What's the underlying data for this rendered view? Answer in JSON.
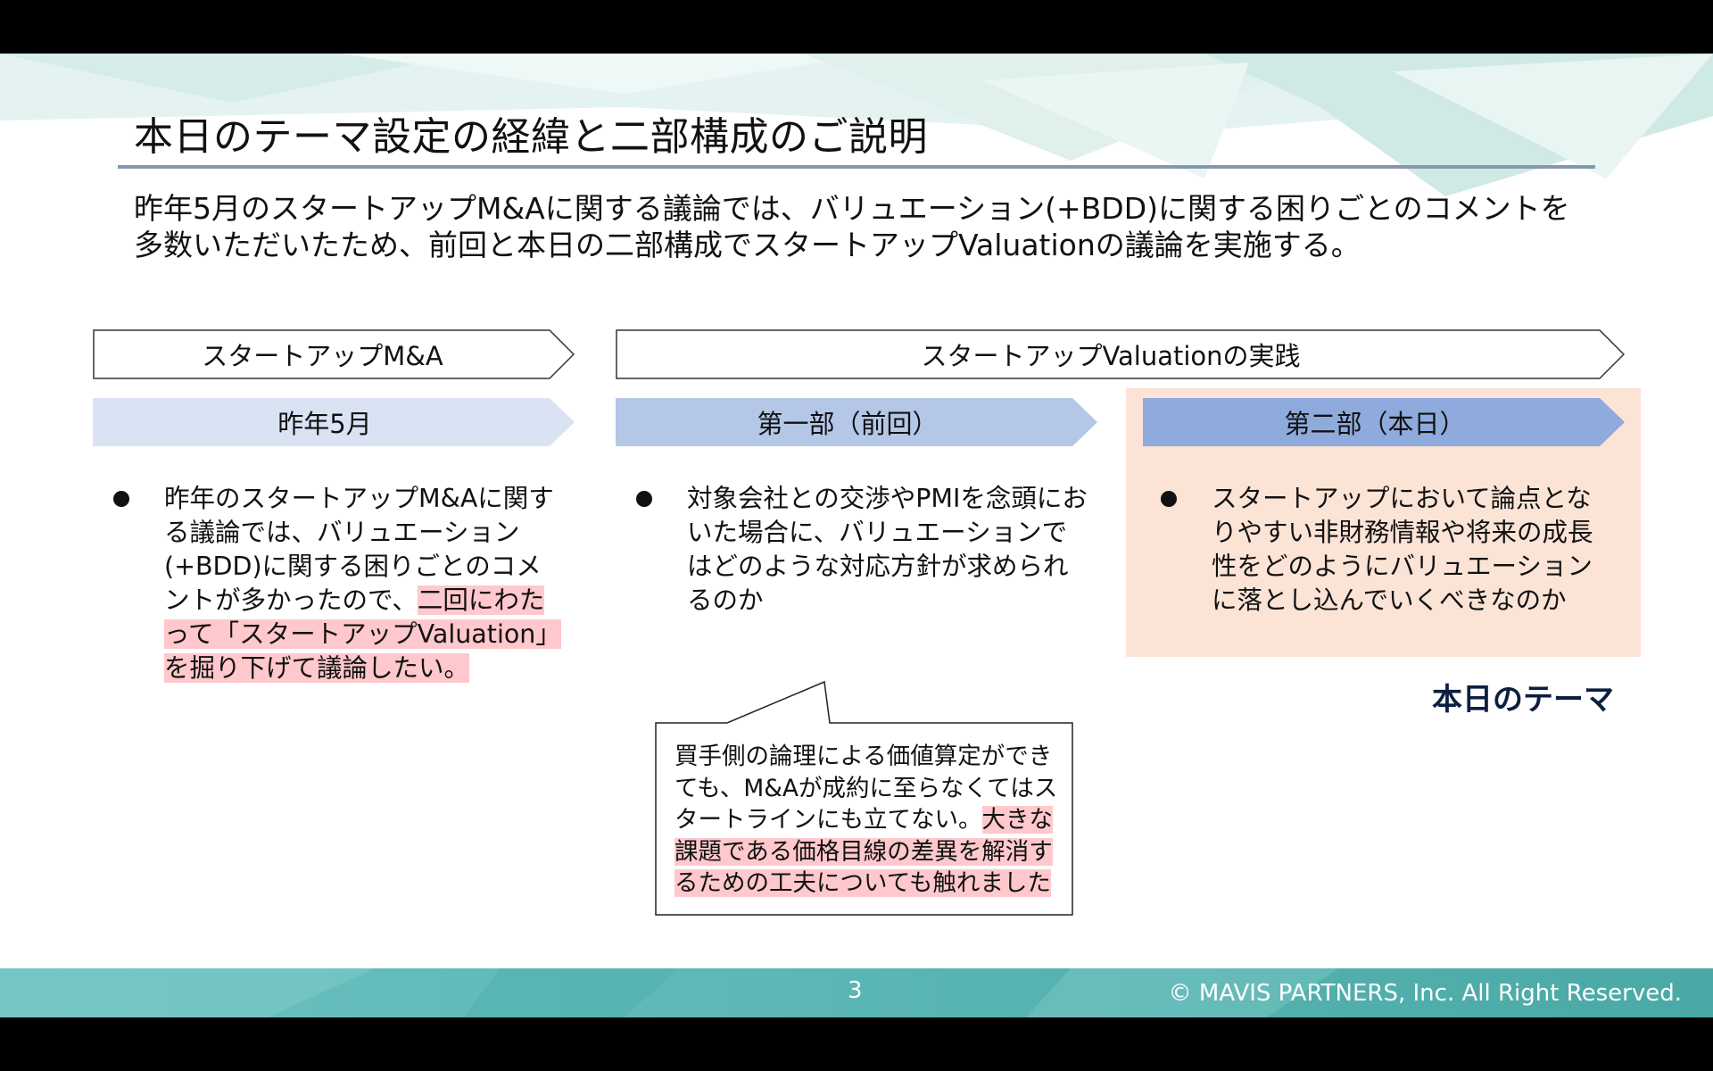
{
  "slide": {
    "title": "本日のテーマ設定の経緯と二部構成のご説明",
    "intro": "昨年5月のスタートアップM&Aに関する議論では、バリュエーション(+BDD)に関する困りごとのコメントを多数いただいたため、前回と本日の二部構成でスタートアップValuationの議論を実施する。"
  },
  "top_headers": [
    {
      "label": "スタートアップM&A"
    },
    {
      "label": "スタートアップValuationの実践"
    }
  ],
  "phases": [
    {
      "label": "昨年5月",
      "color": "#dae3f3"
    },
    {
      "label": "第一部（前回）",
      "color": "#b4c7e7"
    },
    {
      "label": "第二部（本日）",
      "color": "#8faadc"
    }
  ],
  "columns": [
    {
      "text_before": "昨年のスタートアップM&Aに関する議論では、バリュエーション(+BDD)に関する困りごとのコメントが多かったので、",
      "text_highlight": "二回にわたって「スタートアップValuation」を掘り下げて議論したい。"
    },
    {
      "text_before": "対象会社との交渉やPMIを念頭においた場合に、バリュエーションではどのような対応方針が求められるのか",
      "text_highlight": ""
    },
    {
      "text_before": "スタートアップにおいて論点となりやすい非財務情報や将来の成長性をどのようにバリュエーションに落とし込んでいくべきなのか",
      "text_highlight": ""
    }
  ],
  "callout": {
    "text_before": "買手側の論理による価値算定ができても、M&Aが成約に至らなくてはスタートラインにも立てない。",
    "text_highlight": "大きな課題である価格目線の差異を解消するための工夫についても触れました"
  },
  "today_label": "本日のテーマ",
  "footer": {
    "page_number": "3",
    "copyright": "© MAVIS PARTNERS, Inc. All Right Reserved."
  },
  "colors": {
    "title_rule": "#8497ad",
    "today_panel": "#fbe3d6",
    "highlight": "#ffc8cc",
    "today_label": "#0c1f3f",
    "footer": "#5cb7b5"
  }
}
